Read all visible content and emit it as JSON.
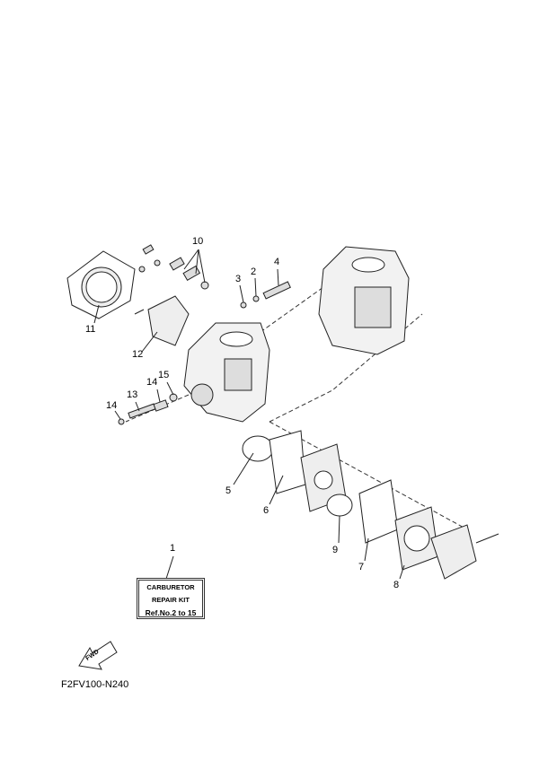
{
  "diagram": {
    "callouts": [
      "10",
      "3",
      "2",
      "4",
      "11",
      "12",
      "15",
      "14",
      "13",
      "14",
      "5",
      "6",
      "9",
      "7",
      "8",
      "1"
    ],
    "kit_box": {
      "line1": "CARBURETOR",
      "line2": "REPAIR KIT",
      "line3": "Ref.No.2 to 15"
    },
    "fwd_label": "FWD",
    "figure_code": "F2FV100-N240"
  }
}
